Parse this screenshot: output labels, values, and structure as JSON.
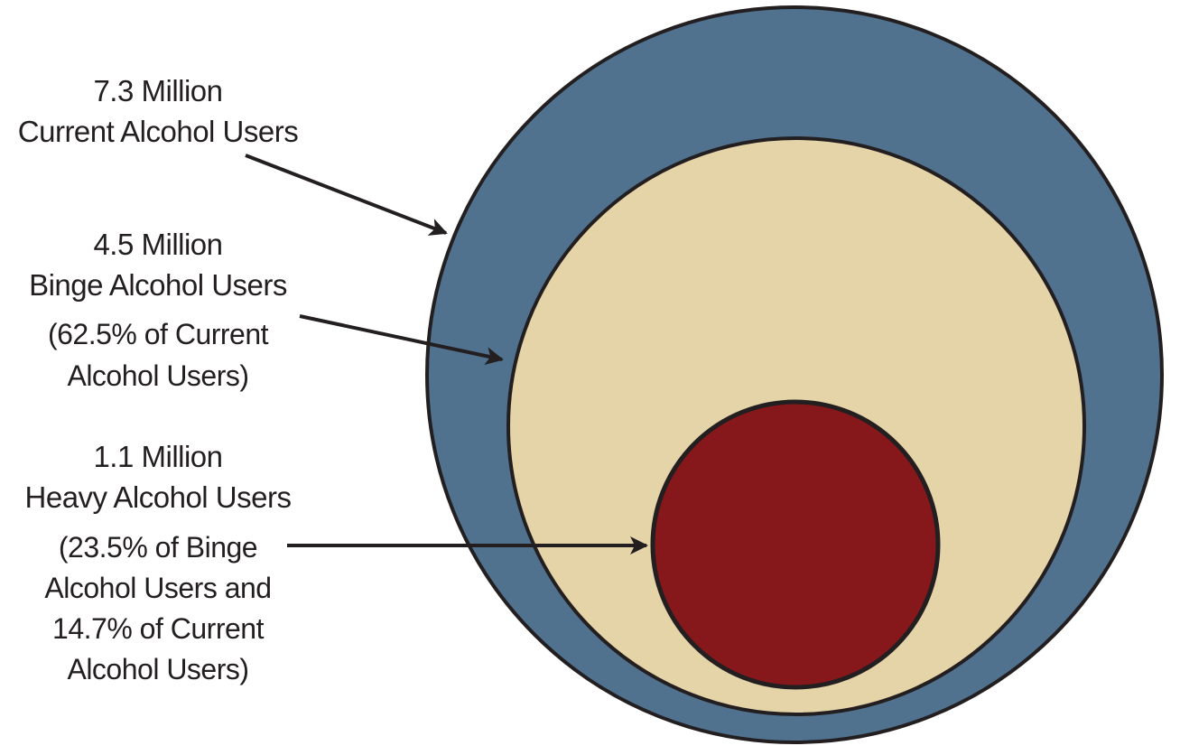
{
  "colors": {
    "current": "#50728f",
    "binge": "#e5d4a8",
    "heavy": "#86181b",
    "stroke": "#231f20"
  },
  "groups": [
    {
      "count": "7.3 Million",
      "name": "Current Alcohol Users",
      "value_millions": 7.3,
      "note": []
    },
    {
      "count": "4.5 Million",
      "name": "Binge Alcohol Users",
      "value_millions": 4.5,
      "note": [
        "(62.5% of Current",
        "Alcohol Users)"
      ]
    },
    {
      "count": "1.1 Million",
      "name": "Heavy Alcohol Users",
      "value_millions": 1.1,
      "note": [
        "(23.5% of Binge",
        "Alcohol Users and",
        "14.7% of Current",
        "Alcohol Users)"
      ]
    }
  ]
}
